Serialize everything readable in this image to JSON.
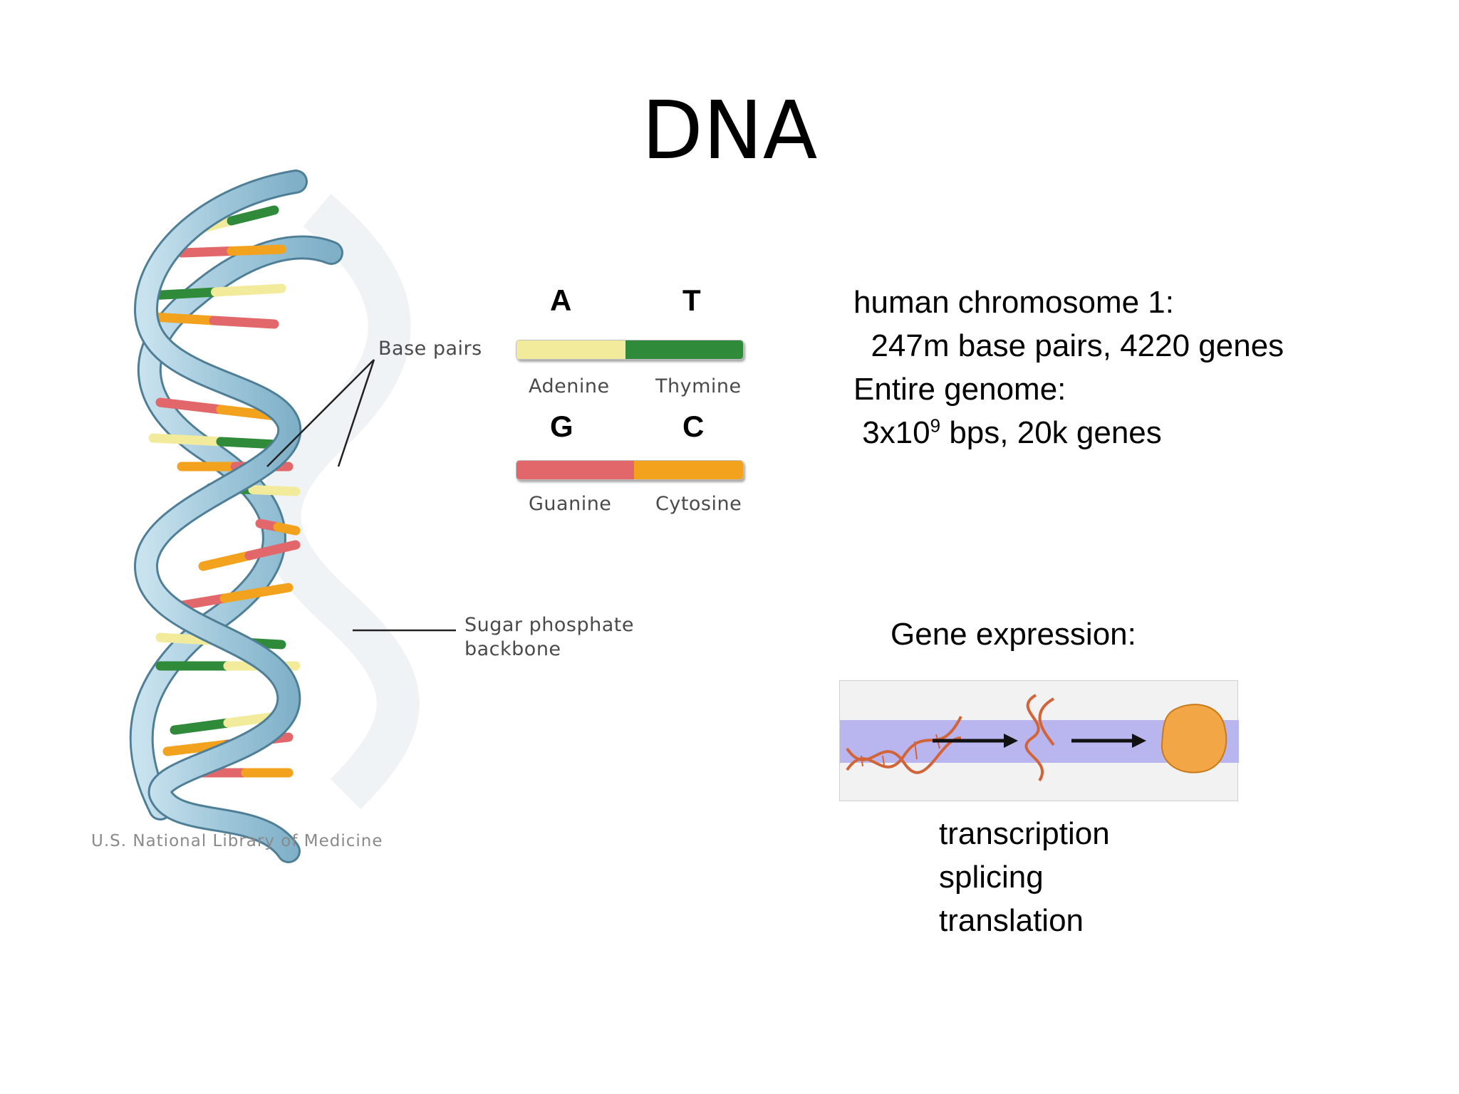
{
  "slide": {
    "title": "DNA"
  },
  "helix_figure": {
    "base_pairs_label": "Base pairs",
    "backbone_label_line1": "Sugar phosphate",
    "backbone_label_line2": "backbone",
    "credit": "U.S. National Library of Medicine",
    "colors": {
      "backbone": "#a9cfe0",
      "backbone_edge": "#4f7f96",
      "adenine": "#f3eb9c",
      "thymine": "#2f8a3a",
      "guanine": "#e2676a",
      "cytosine": "#f2a21d"
    }
  },
  "base_legend": {
    "pair1": {
      "left_letter": "A",
      "right_letter": "T",
      "left_name": "Adenine",
      "right_name": "Thymine"
    },
    "pair2": {
      "left_letter": "G",
      "right_letter": "C",
      "left_name": "Guanine",
      "right_name": "Cytosine"
    }
  },
  "info": {
    "line1": "human chromosome 1:",
    "line2": "  247m base pairs, 4220 genes",
    "line3": "Entire genome:",
    "line4_prefix": " 3x10",
    "line4_sup": "9",
    "line4_suffix": " bps, 20k genes"
  },
  "gene_expression": {
    "title": "Gene expression:",
    "steps": [
      "transcription",
      "splicing",
      "translation"
    ],
    "colors": {
      "band": "#b9b6ef",
      "strand": "#d2643a",
      "protein": "#f2a645"
    }
  }
}
